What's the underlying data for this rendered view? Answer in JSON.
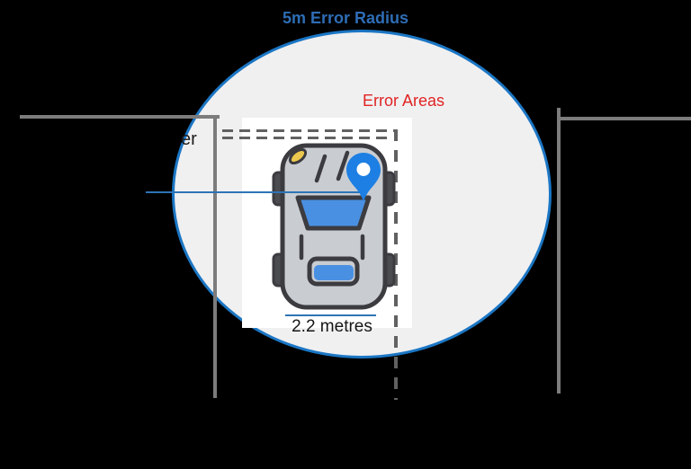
{
  "diagram": {
    "title": "5m Error Radius",
    "error_areas_label": "Error Areas",
    "partial_left_label": "er",
    "car_width_label": "2.2 metres"
  },
  "icons": {
    "car": "car-top-view-icon",
    "pin": "map-pin-icon"
  },
  "colors": {
    "background": "#000000",
    "title_blue": "#2e6db5",
    "error_red": "#e02424",
    "ellipse_stroke": "#1b76c4",
    "ellipse_fill": "#f0f0f1",
    "leader_blue": "#2e74b5",
    "pin_blue": "#1d7fe3",
    "line_gray": "#7c7c7c",
    "dash_gray": "#616161",
    "car_body_gray": "#c9cdd2",
    "car_outline": "#3b3b40",
    "window_blue": "#4a90e2",
    "headlight_yellow": "#ecc94e"
  }
}
